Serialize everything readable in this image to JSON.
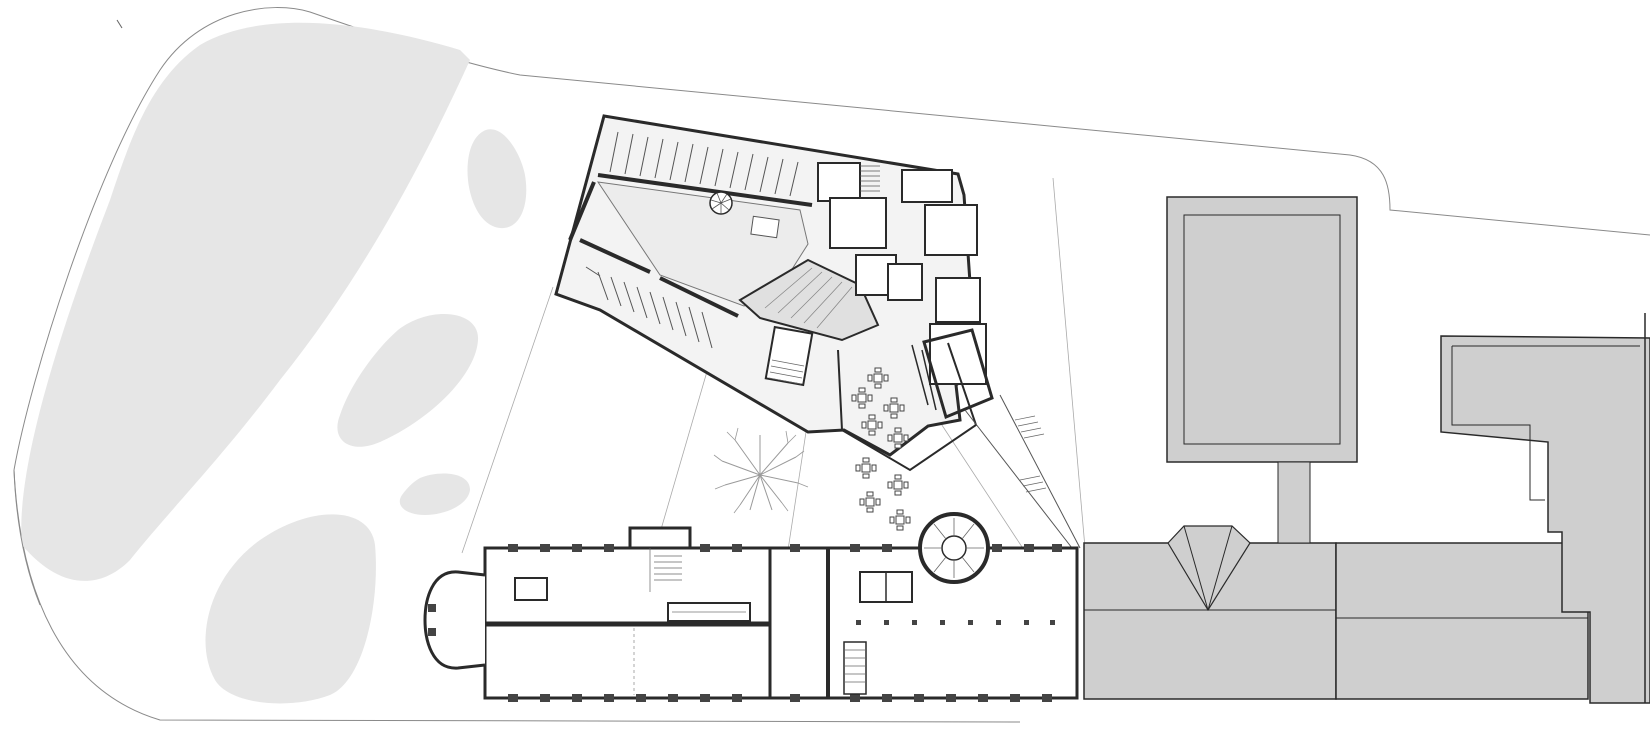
{
  "drawing": {
    "type": "architectural site floor plan",
    "colors": {
      "background": "#ffffff",
      "site_line": "#8a8a8a",
      "landscape": "#e6e6e6",
      "wall_fill": "#c9c9c9",
      "wall_stroke": "#2a2a2a",
      "roof_fill": "#cfcfcf",
      "interior_fill": "#f3f3f3",
      "tree": "#9a9a9a"
    },
    "elements": {
      "landscape_zones": [
        "green-zone",
        "lawn-strip",
        "planter",
        "planter",
        "planter",
        "planter"
      ],
      "buildings": [
        "new-wing",
        "historic-wing",
        "neighbour-roof-left",
        "neighbour-roof-right",
        "neighbour-block",
        "neighbour-l-block"
      ],
      "features": [
        "courtyard",
        "courtyard-tree",
        "cafe-tables",
        "spiral-stairs",
        "rotunda-stair"
      ]
    }
  }
}
